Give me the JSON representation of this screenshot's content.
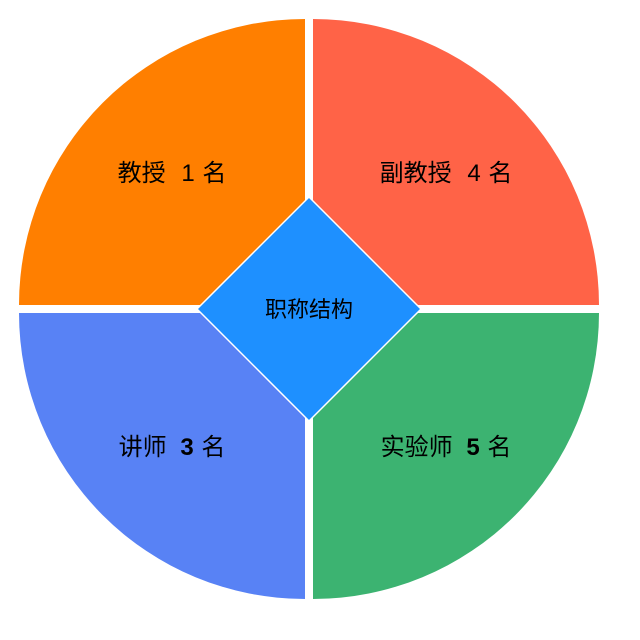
{
  "center": {
    "label": "职称结构",
    "color": "#1E90FF"
  },
  "quadrants": [
    {
      "key": "professor",
      "position": "top-left",
      "title": "教授",
      "count": "1",
      "unit": "名",
      "bold_count": false,
      "color": "#FF7F00"
    },
    {
      "key": "associate_professor",
      "position": "top-right",
      "title": "副教授",
      "count": "4",
      "unit": "名",
      "bold_count": false,
      "color": "#FF6347"
    },
    {
      "key": "lecturer",
      "position": "bottom-left",
      "title": "讲师",
      "count": "3",
      "unit": "名",
      "bold_count": true,
      "color": "#5882F5"
    },
    {
      "key": "lab_technician",
      "position": "bottom-right",
      "title": "实验师",
      "count": "5",
      "unit": "名",
      "bold_count": true,
      "color": "#3CB371"
    }
  ]
}
